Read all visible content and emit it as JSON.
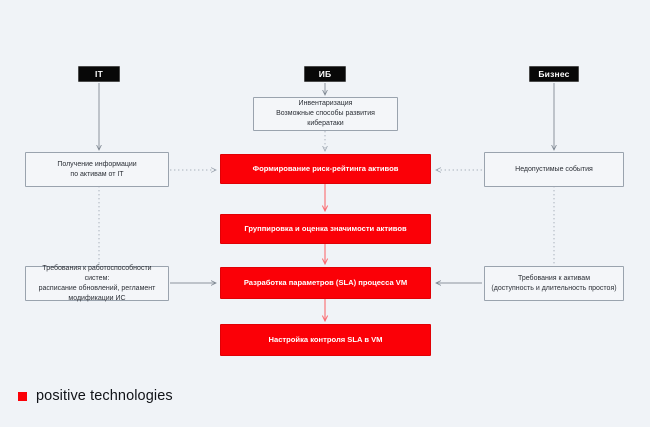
{
  "page": {
    "background_color": "#f0f3f7",
    "accent_color": "#fb0007",
    "dark_color": "#080808"
  },
  "lanes": [
    {
      "id": "it",
      "label": "IT"
    },
    {
      "id": "ib",
      "label": "ИБ"
    },
    {
      "id": "business",
      "label": "Бизнес"
    }
  ],
  "nodes": {
    "it_info": {
      "lines": [
        "Получение информации",
        "по активам от IT"
      ],
      "style": "plain"
    },
    "it_requirements": {
      "lines": [
        "Требования к работоспособности систем:",
        "расписание обновлений, регламент",
        "модификации ИС"
      ],
      "style": "plain"
    },
    "inventory": {
      "lines": [
        "Инвентаризация",
        "Возможные способы развития кибератаки"
      ],
      "style": "plain"
    },
    "risk_rating": {
      "lines": [
        "Формирование риск-рейтинга активов"
      ],
      "style": "red"
    },
    "grouping": {
      "lines": [
        "Группировка и оценка значимости активов"
      ],
      "style": "red"
    },
    "sla_params": {
      "lines": [
        "Разработка параметров (SLA) процесса VM"
      ],
      "style": "red"
    },
    "sla_control": {
      "lines": [
        "Настройка контроля SLA в VM"
      ],
      "style": "red"
    },
    "unacceptable_events": {
      "lines": [
        "Недопустимые события"
      ],
      "style": "plain"
    },
    "asset_requirements": {
      "lines": [
        "Требования к активам",
        "(доступность и длительность простоя)"
      ],
      "style": "plain"
    }
  },
  "logo": {
    "text": "positive technologies",
    "mark_color": "#fb0007"
  }
}
